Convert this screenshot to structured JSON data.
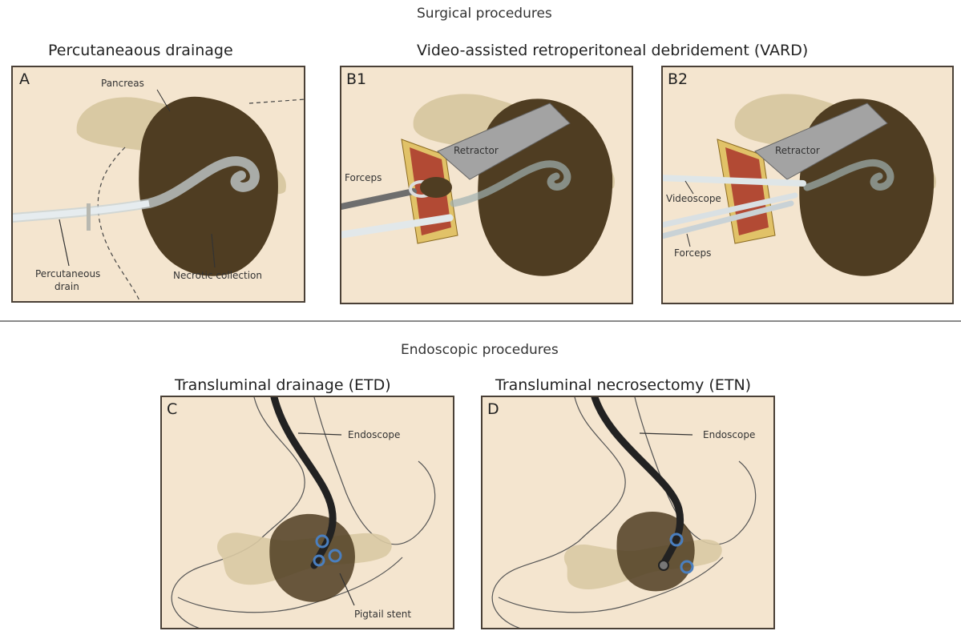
{
  "section_surgical": "Surgical procedures",
  "section_endoscopic": "Endoscopic procedures",
  "subtitle_a": "Percutaneaous drainage",
  "subtitle_vard": "Video-assisted retroperitoneal debridement (VARD)",
  "subtitle_c": "Transluminal drainage (ETD)",
  "subtitle_d": "Transluminal necrosectomy (ETN)",
  "panels": {
    "a": {
      "letter": "A",
      "pancreas": "Pancreas",
      "drain_line1": "Percutaneous",
      "drain_line2": "drain",
      "necrotic": "Necrotic collection"
    },
    "b1": {
      "letter": "B1",
      "retractor": "Retractor",
      "forceps": "Forceps"
    },
    "b2": {
      "letter": "B2",
      "retractor": "Retractor",
      "videoscope": "Videoscope",
      "forceps": "Forceps"
    },
    "c": {
      "letter": "C",
      "endoscope": "Endoscope",
      "stent": "Pigtail stent"
    },
    "d": {
      "letter": "D",
      "endoscope": "Endoscope"
    }
  },
  "colors": {
    "background": "#f4e5cf",
    "necrotic": "#4f3d22",
    "pancreas": "#d9c9a3",
    "wound": "#b24a34",
    "instrument": "#a3a3a3",
    "stent": "#4a7fbf"
  }
}
